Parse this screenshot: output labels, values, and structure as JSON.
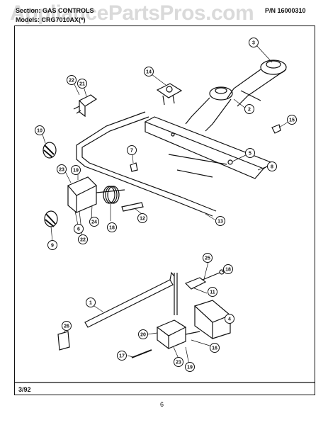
{
  "header": {
    "section_line": "Section: GAS CONTROLS",
    "model_line": "Models: CRG7010AX(*)",
    "part_no": "P/N 16000310"
  },
  "watermark": "AppliancePartsPros.com",
  "footer": {
    "date": "3/92",
    "page": "6"
  },
  "callouts": [
    {
      "id": "c3",
      "label": "3"
    },
    {
      "id": "c14",
      "label": "14"
    },
    {
      "id": "c22a",
      "label": "22"
    },
    {
      "id": "c21",
      "label": "21"
    },
    {
      "id": "c2",
      "label": "2"
    },
    {
      "id": "c15",
      "label": "15"
    },
    {
      "id": "c10",
      "label": "10"
    },
    {
      "id": "c7",
      "label": "7"
    },
    {
      "id": "c5",
      "label": "5"
    },
    {
      "id": "c8",
      "label": "8"
    },
    {
      "id": "c23a",
      "label": "23"
    },
    {
      "id": "c19a",
      "label": "19"
    },
    {
      "id": "c12",
      "label": "12"
    },
    {
      "id": "c13",
      "label": "13"
    },
    {
      "id": "c9",
      "label": "9"
    },
    {
      "id": "c6",
      "label": "6"
    },
    {
      "id": "c22b",
      "label": "22"
    },
    {
      "id": "c24",
      "label": "24"
    },
    {
      "id": "c18a",
      "label": "18"
    },
    {
      "id": "c25",
      "label": "25"
    },
    {
      "id": "c18b",
      "label": "18"
    },
    {
      "id": "c11",
      "label": "11"
    },
    {
      "id": "c1",
      "label": "1"
    },
    {
      "id": "c4",
      "label": "4"
    },
    {
      "id": "c26",
      "label": "26"
    },
    {
      "id": "c20",
      "label": "20"
    },
    {
      "id": "c16",
      "label": "16"
    },
    {
      "id": "c17",
      "label": "17"
    },
    {
      "id": "c23b",
      "label": "23"
    },
    {
      "id": "c19b",
      "label": "19"
    }
  ]
}
